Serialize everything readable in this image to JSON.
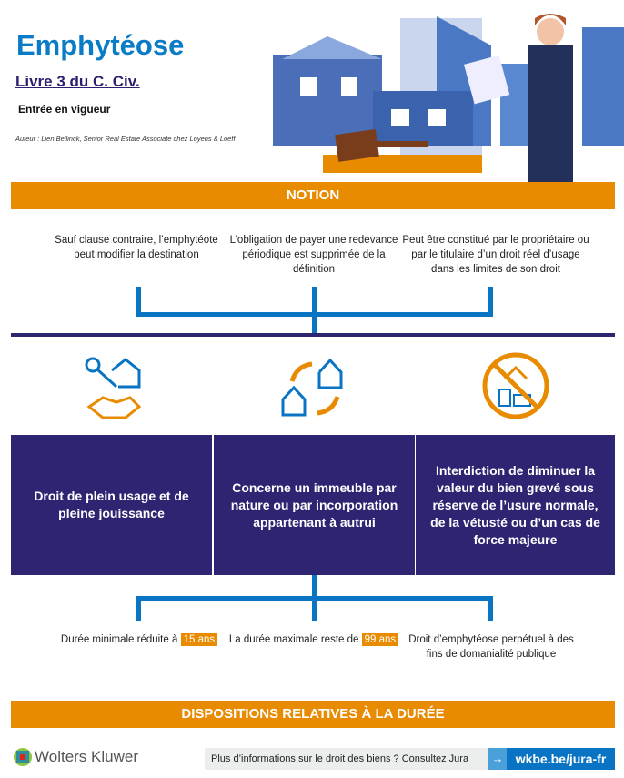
{
  "header": {
    "title": "Emphytéose",
    "subtitle": "Livre 3 du C. Civ.",
    "status": "Entrée en vigueur",
    "author": "Auteur : Lien Bellinck, Senior Real Estate Associate chez Loyens & Loeff"
  },
  "notion": {
    "heading": "NOTION",
    "points": [
      "Sauf clause contraire, l’emphytéote peut modifier la destination",
      "L’obligation de payer une redevance périodique est supprimée de la définition",
      "Peut être constitué par le propriétaire ou par le titulaire d’un droit réel d’usage dans les limites de son droit"
    ]
  },
  "panels": [
    {
      "icon": "keys-handshake-icon",
      "text": "Droit de plein usage et de pleine jouissance"
    },
    {
      "icon": "house-exchange-icon",
      "text": "Concerne un immeuble par nature ou par incorporation appartenant à autrui"
    },
    {
      "icon": "no-devaluation-icon",
      "text": "Interdiction de diminuer la valeur du bien grevé sous réserve de l’usure normale, de la vétusté ou d’un cas de force majeure"
    }
  ],
  "duree": {
    "heading": "DISPOSITIONS RELATIVES À LA DURÉE",
    "min": {
      "pre": "Durée minimale réduite à",
      "value": "15 ans"
    },
    "max": {
      "pre": "La durée maximale reste de",
      "value": "99 ans"
    },
    "perp": "Droit d’emphytéose perpétuel à des fins de domanialité publique"
  },
  "footer": {
    "brand": "Wolters Kluwer",
    "info": "Plus d’informations sur le droit des biens ? Consultez Jura",
    "arrow": "→",
    "link": "wkbe.be/jura-fr"
  },
  "colors": {
    "orange": "#e88b00",
    "purple": "#2d2472",
    "blue": "#0a74c4"
  }
}
